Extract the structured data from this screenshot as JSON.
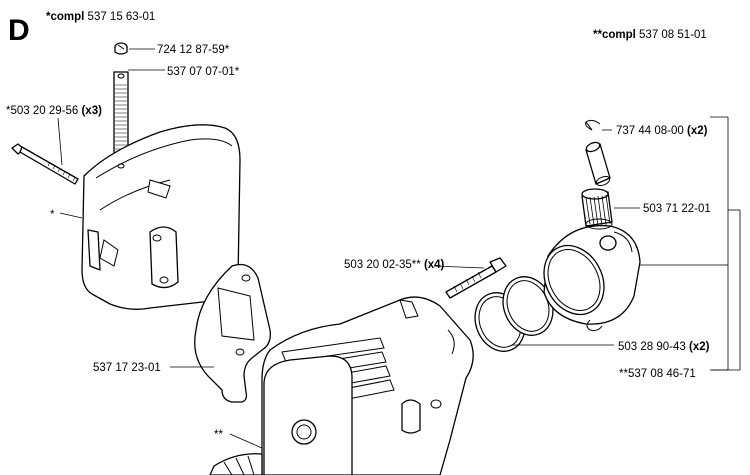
{
  "section_letter": "D",
  "header_left": {
    "prefix": "*compl",
    "number": "537 15 63-01"
  },
  "header_right": {
    "prefix": "**compl",
    "number": "537 08 51-01"
  },
  "callouts": {
    "screw_small": "724 12 87-59*",
    "heat_shield": "537 07 07-01*",
    "muffler_bolt": {
      "number": "*503 20 29-56",
      "qty": "(x3)"
    },
    "muffler": "*",
    "circlip": {
      "number": "737 44 08-00",
      "qty": "(x2)"
    },
    "needle_bearing": "503 71 22-01",
    "cylinder_bolt": {
      "number": "503 20 02-35**",
      "qty": "(x4)"
    },
    "piston_rings": {
      "number": "503 28 90-43",
      "qty": "(x2)"
    },
    "gasket": "537 17 23-01",
    "piston_assembly": "**537 08 46-71",
    "cylinder": "**"
  }
}
